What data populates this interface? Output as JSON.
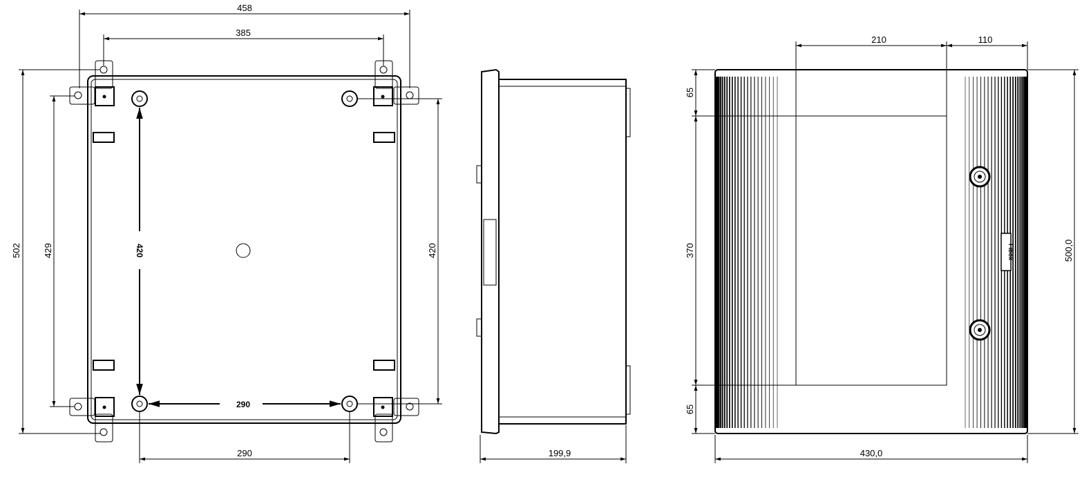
{
  "drawing": {
    "front_view": {
      "width_overall": "458",
      "tab_hole_spacing_horizontal": "385",
      "height_overall": "502",
      "tab_hole_spacing_vertical": "429",
      "boss_spacing_vertical_inner": "420",
      "boss_spacing_vertical_right": "420",
      "boss_spacing_horizontal_inner": "290",
      "boss_spacing_horizontal_bottom": "290"
    },
    "side_view": {
      "depth": "199,9"
    },
    "top_view": {
      "window_width": "210",
      "window_offset_right": "110",
      "top_margin": "65",
      "window_height": "370",
      "bottom_margin": "65",
      "height": "500,0",
      "width": "430,0",
      "logo_text": "Fibox"
    }
  }
}
